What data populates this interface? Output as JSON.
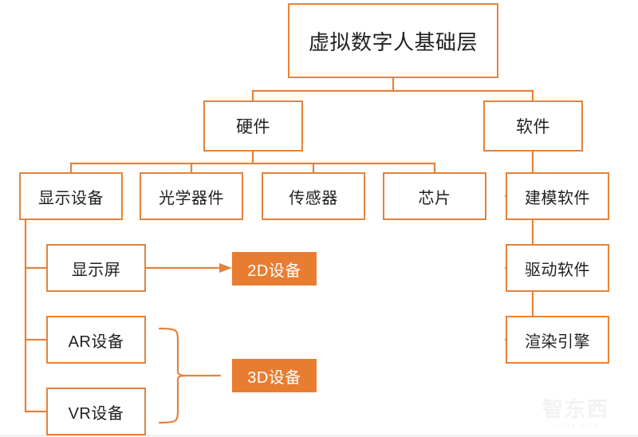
{
  "diagram": {
    "title": "虚拟数字人基础层",
    "accent_color": "#E3833C",
    "fill_color": "#E87D32",
    "background_color": "#FFFFFF",
    "text_color": "#221F1F",
    "filled_text_color": "#FFFFFF",
    "root": {
      "label": "虚拟数字人基础层"
    },
    "level2": [
      {
        "label": "硬件"
      },
      {
        "label": "软件"
      }
    ],
    "hardware_children": [
      {
        "label": "显示设备"
      },
      {
        "label": "光学器件"
      },
      {
        "label": "传感器"
      },
      {
        "label": "芯片"
      }
    ],
    "software_children": [
      {
        "label": "建模软件"
      },
      {
        "label": "驱动软件"
      },
      {
        "label": "渲染引擎"
      }
    ],
    "display_children": [
      {
        "label": "显示屏"
      },
      {
        "label": "AR设备"
      },
      {
        "label": "VR设备"
      }
    ],
    "outputs": [
      {
        "label": "2D设备",
        "style": "filled"
      },
      {
        "label": "3D设备",
        "style": "filled"
      }
    ]
  },
  "watermark": {
    "brand": "智东西",
    "domain": "zhidx.com"
  }
}
